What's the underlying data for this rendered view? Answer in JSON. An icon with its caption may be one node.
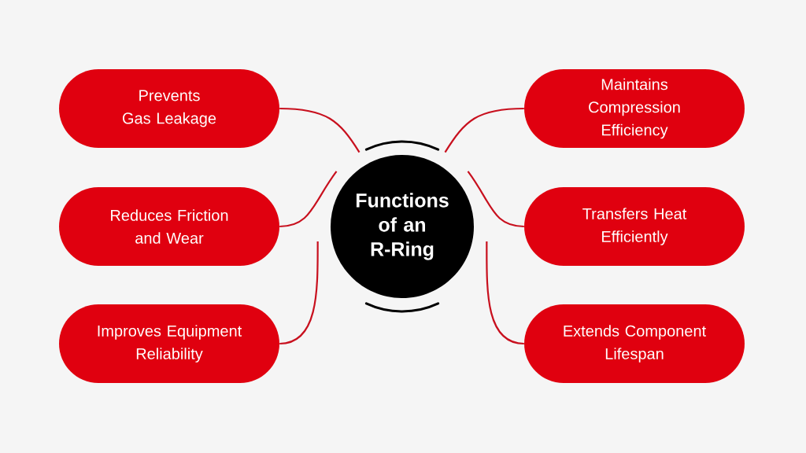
{
  "diagram": {
    "nodes": [
      {
        "text": [
          "Functions of an R-Ring"
        ]
      },
      {
        "text": [
          "Prevents Gas Leakage"
        ]
      },
      {
        "text": [
          "Maintains Compression Efficiency"
        ]
      },
      {
        "text": [
          "Reduces Friction and Wear"
        ]
      },
      {
        "text": [
          "Transfers Heat Efficiently"
        ]
      },
      {
        "text": [
          "Improves Equipment Reliability"
        ]
      },
      {
        "text": [
          "Extends Component Lifespan"
        ]
      }
    ],
    "edges": [
      {
        "from": 0,
        "to": 1,
        "arrow": "none"
      },
      {
        "from": 0,
        "to": 2,
        "arrow": "none"
      },
      {
        "from": 0,
        "to": 3,
        "arrow": "none"
      },
      {
        "from": 0,
        "to": 4,
        "arrow": "none"
      },
      {
        "from": 0,
        "to": 5,
        "arrow": "none"
      },
      {
        "from": 0,
        "to": 6,
        "arrow": "none"
      }
    ]
  }
}
